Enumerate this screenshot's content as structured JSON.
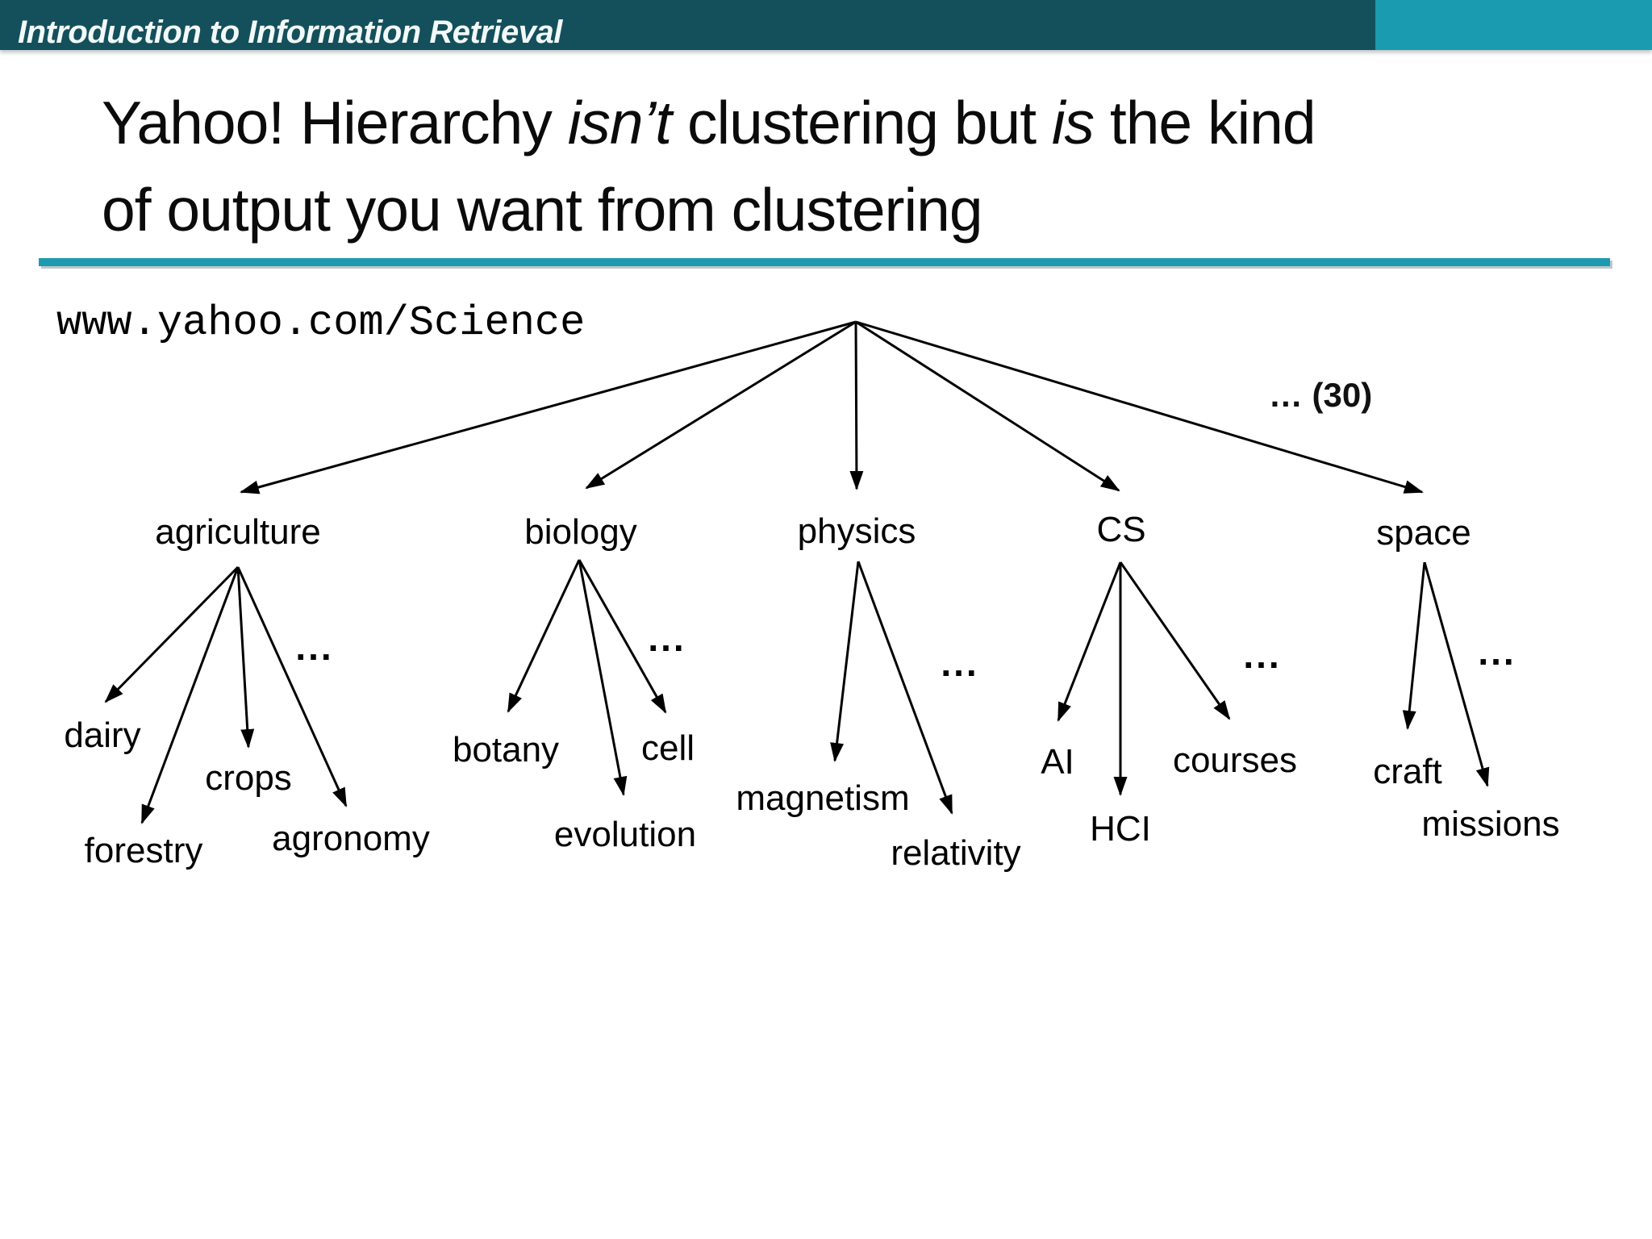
{
  "header": {
    "course_title": "Introduction to Information Retrieval"
  },
  "title": {
    "lines": [
      {
        "segments": [
          {
            "text": "Yahoo! Hierarchy ",
            "italic": false
          },
          {
            "text": "isn’t",
            "italic": true
          },
          {
            "text": " clustering but ",
            "italic": false
          },
          {
            "text": "is",
            "italic": true
          },
          {
            "text": " the kind",
            "italic": false
          }
        ]
      },
      {
        "segments": [
          {
            "text": "of output you want from clustering",
            "italic": false
          }
        ]
      }
    ]
  },
  "url": "www.yahoo.com/Science",
  "overflow_note": "… (30)",
  "colors": {
    "header_dark": "#14505b",
    "header_accent": "#1a9bb0",
    "rule_teal": "#1e9ab0",
    "line_black": "#000000"
  },
  "tree": {
    "root_label": "",
    "categories": [
      {
        "label": "agriculture",
        "more": "...",
        "children": [
          {
            "label": "dairy"
          },
          {
            "label": "crops"
          },
          {
            "label": "forestry"
          },
          {
            "label": "agronomy"
          }
        ]
      },
      {
        "label": "biology",
        "more": "...",
        "children": [
          {
            "label": "botany"
          },
          {
            "label": "cell"
          },
          {
            "label": "evolution"
          }
        ]
      },
      {
        "label": "physics",
        "more": "...",
        "children": [
          {
            "label": "magnetism"
          },
          {
            "label": "relativity"
          }
        ]
      },
      {
        "label": "CS",
        "more": "...",
        "children": [
          {
            "label": "AI"
          },
          {
            "label": "HCI"
          },
          {
            "label": "courses"
          }
        ]
      },
      {
        "label": "space",
        "more": "...",
        "children": [
          {
            "label": "craft"
          },
          {
            "label": "missions"
          }
        ]
      }
    ]
  }
}
